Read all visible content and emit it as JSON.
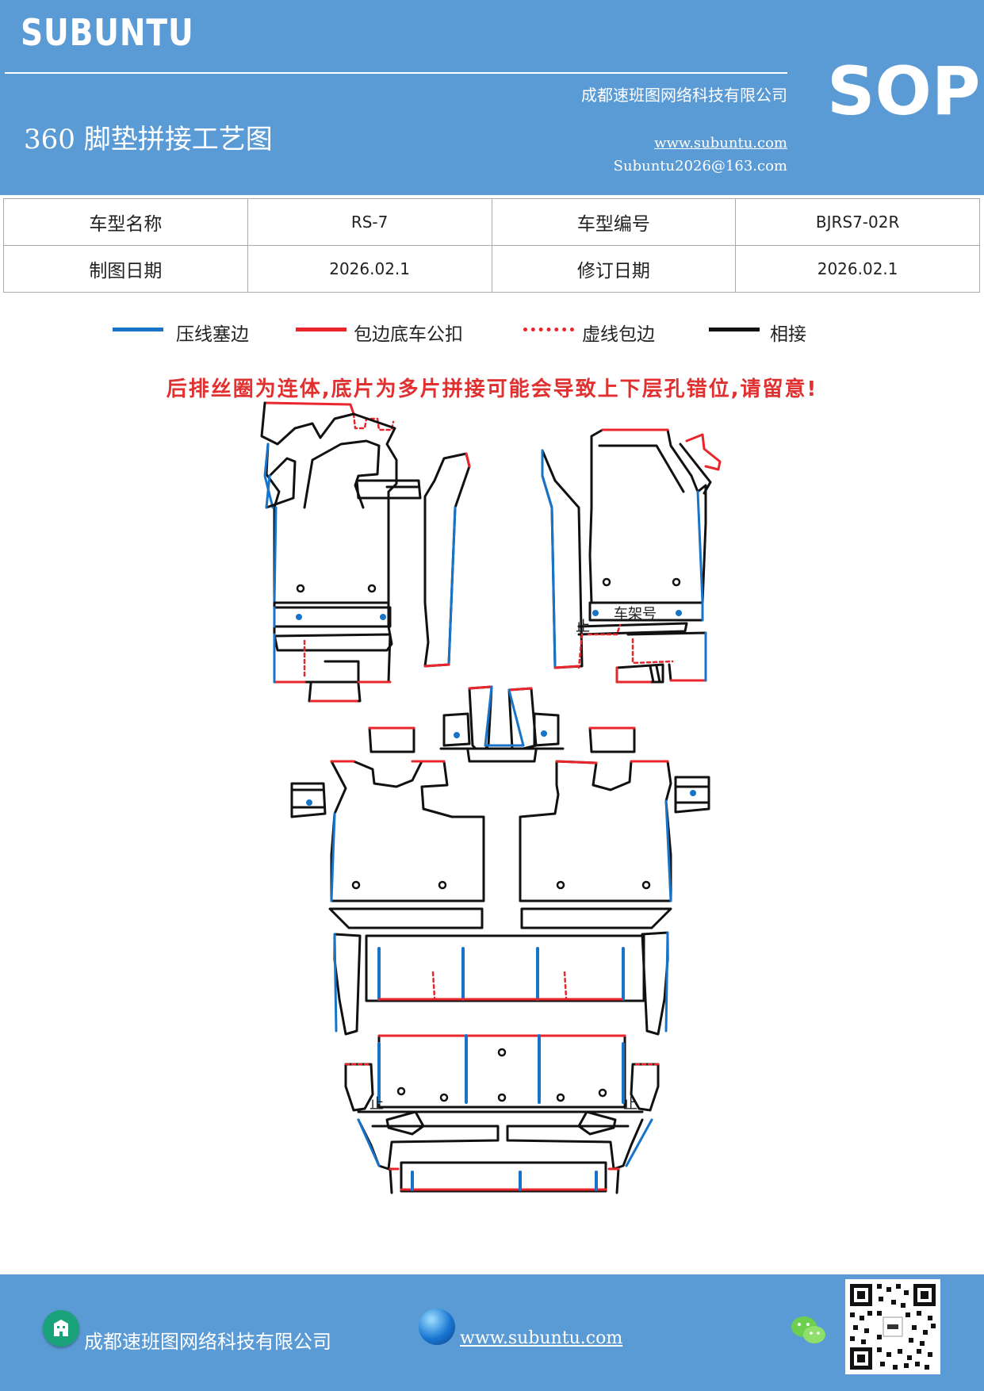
{
  "header": {
    "brand": "SUBUNTU",
    "company": "成都速班图网络科技有限公司",
    "title": "360 脚垫拼接工艺图",
    "website": "www.subuntu.com",
    "email": "Subuntu2026@163.com",
    "sop": "SOP"
  },
  "info": {
    "model_name_label": "车型名称",
    "model_name_value": "RS-7",
    "model_code_label": "车型编号",
    "model_code_value": "BJRS7-02R",
    "draw_date_label": "制图日期",
    "draw_date_value": "2026.02.1",
    "revise_date_label": "修订日期",
    "revise_date_value": "2026.02.1"
  },
  "legend": [
    {
      "label": "压线塞边",
      "color": "#1874c8",
      "style": "solid"
    },
    {
      "label": "包边底车公扣",
      "color": "#e8262c",
      "style": "solid"
    },
    {
      "label": "虚线包边",
      "color": "#e8262c",
      "style": "dotted"
    },
    {
      "label": "相接",
      "color": "#111111",
      "style": "solid"
    }
  ],
  "warning": "后排丝圈为连体,底片为多片拼接可能会导致上下层孔错位,请留意!",
  "diagram_labels": {
    "vin": "车架号",
    "stop_left_top": "止",
    "stop_left_bottom": "止",
    "stop_right_bottom": "止"
  },
  "footer": {
    "company": "成都速班图网络科技有限公司",
    "website": "www.subuntu.com"
  },
  "colors": {
    "header_bg": "#5b9bd5",
    "blue_line": "#1874c8",
    "red_line": "#e8262c",
    "black_line": "#111111"
  },
  "icons": [
    "building-icon",
    "globe-icon",
    "wechat-icon",
    "qr-code"
  ]
}
